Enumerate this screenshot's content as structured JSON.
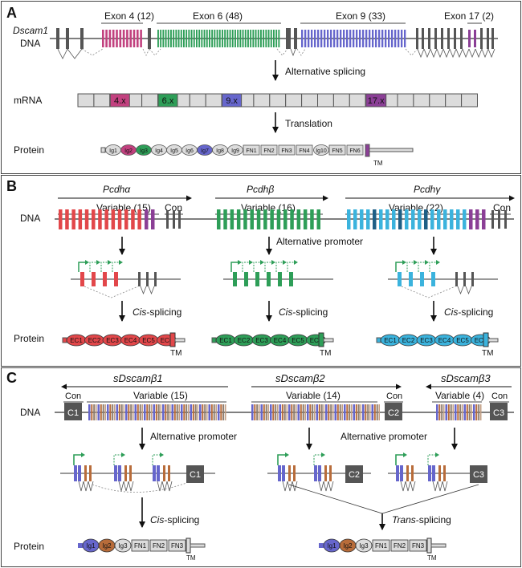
{
  "panels": {
    "a": {
      "letter": "A",
      "gene": "Dscam1",
      "dna_label": "DNA",
      "exon4": "Exon 4 (12)",
      "exon6": "Exon 6 (48)",
      "exon9": "Exon 9 (33)",
      "exon17": "Exon 17 (2)",
      "step_splicing": "Alternative splicing",
      "mrna_label": "mRNA",
      "mrna_exons": [
        "4.x",
        "6.x",
        "9.x",
        "17.x"
      ],
      "step_translation": "Translation",
      "protein_label": "Protein",
      "domains": [
        "Ig1",
        "Ig2",
        "Ig3",
        "Ig4",
        "Ig5",
        "Ig6",
        "Ig7",
        "Ig8",
        "Ig9",
        "FN1",
        "FN2",
        "FN3",
        "FN4",
        "Ig10",
        "FN5",
        "FN6"
      ],
      "tm": "TM"
    },
    "b": {
      "letter": "B",
      "dna_label": "DNA",
      "cluster_alpha": "Pcdhα",
      "cluster_beta": "Pcdhβ",
      "cluster_gamma": "Pcdhγ",
      "var_alpha": "Variable (15)",
      "var_beta": "Variable (16)",
      "var_gamma": "Variable (22)",
      "con": "Con",
      "step_promoter": "Alternative promoter",
      "cis_italic": "Cis",
      "splicing_suffix": "-splicing",
      "protein_label": "Protein",
      "ec": [
        "EC1",
        "EC2",
        "EC3",
        "EC4",
        "EC5",
        "EC6"
      ],
      "tm": "TM"
    },
    "c": {
      "letter": "C",
      "dna_label": "DNA",
      "gene1": "sDscamβ1",
      "gene2": "sDscamβ2",
      "gene3": "sDscamβ3",
      "var1": "Variable (15)",
      "var2": "Variable (14)",
      "var3": "Variable (4)",
      "con": "Con",
      "c1": "C1",
      "c2": "C2",
      "c3": "C3",
      "step_promoter": "Alternative promoter",
      "cis_italic": "Cis",
      "trans_italic": "Trans",
      "splicing_suffix": "-splicing",
      "protein_label": "Protein",
      "dom1": [
        "Ig1",
        "Ig2",
        "Ig3",
        "FN1",
        "FN2",
        "FN3"
      ],
      "tm": "TM"
    }
  },
  "colors": {
    "magenta": "#c2417f",
    "green": "#2e9e58",
    "blue": "#6666cc",
    "purple": "#8b3f96",
    "red": "#e2474a",
    "cyan": "#3bb3dd",
    "brown": "#b86c3a",
    "dark_gray": "#555555",
    "light_gray": "#dcdcdc"
  }
}
